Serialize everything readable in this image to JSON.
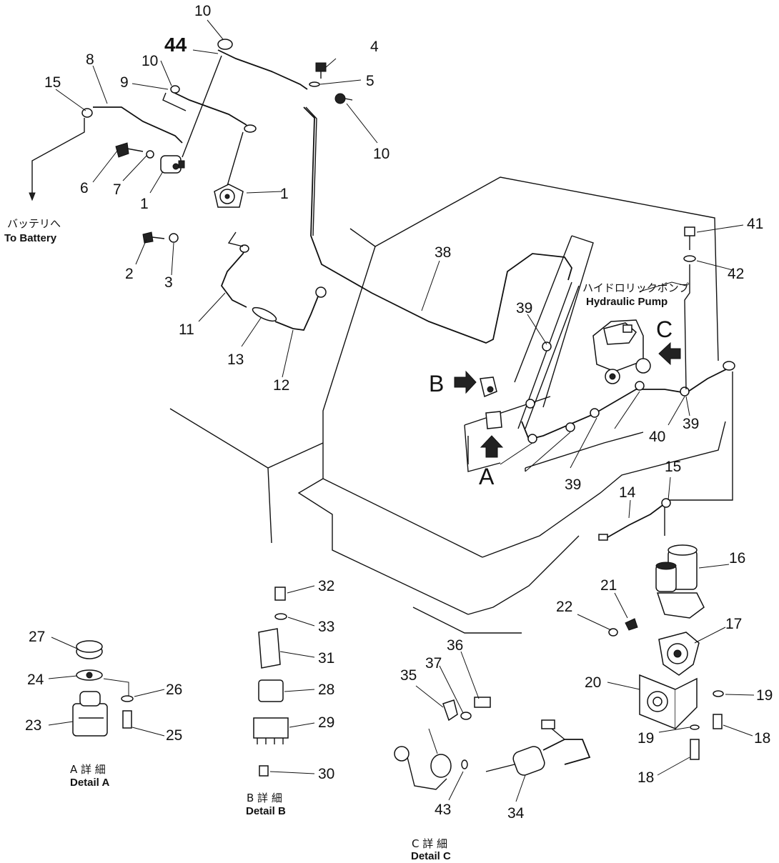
{
  "callouts": {
    "n1a": "1",
    "n1b": "1",
    "n2": "2",
    "n3": "3",
    "n4": "4",
    "n5": "5",
    "n6": "6",
    "n7": "7",
    "n8": "8",
    "n9": "9",
    "n10a": "10",
    "n10b": "10",
    "n10c": "10",
    "n11": "11",
    "n12": "12",
    "n13": "13",
    "n14": "14",
    "n15a": "15",
    "n15b": "15",
    "n16": "16",
    "n17": "17",
    "n18a": "18",
    "n18b": "18",
    "n19a": "19",
    "n19b": "19",
    "n20": "20",
    "n21": "21",
    "n22": "22",
    "n23": "23",
    "n24": "24",
    "n25": "25",
    "n26": "26",
    "n27": "27",
    "n28": "28",
    "n29": "29",
    "n30": "30",
    "n31": "31",
    "n32": "32",
    "n33": "33",
    "n34": "34",
    "n35": "35",
    "n36": "36",
    "n37": "37",
    "n38": "38",
    "n39a": "39",
    "n39b": "39",
    "n39c": "39",
    "n40": "40",
    "n41": "41",
    "n42": "42",
    "n43": "43",
    "n44": "44"
  },
  "view_markers": {
    "a": "A",
    "b": "B",
    "c": "C"
  },
  "labels": {
    "battery_jp": "バッテリへ",
    "battery_en": "To Battery",
    "pump_jp": "ハイドロリックポンプ",
    "pump_en": "Hydraulic Pump",
    "detail_a_jp": "A 詳 細",
    "detail_a_en": "Detail A",
    "detail_b_jp": "B 詳 細",
    "detail_b_en": "Detail B",
    "detail_c_jp": "C 詳 細",
    "detail_c_en": "Detail C"
  }
}
